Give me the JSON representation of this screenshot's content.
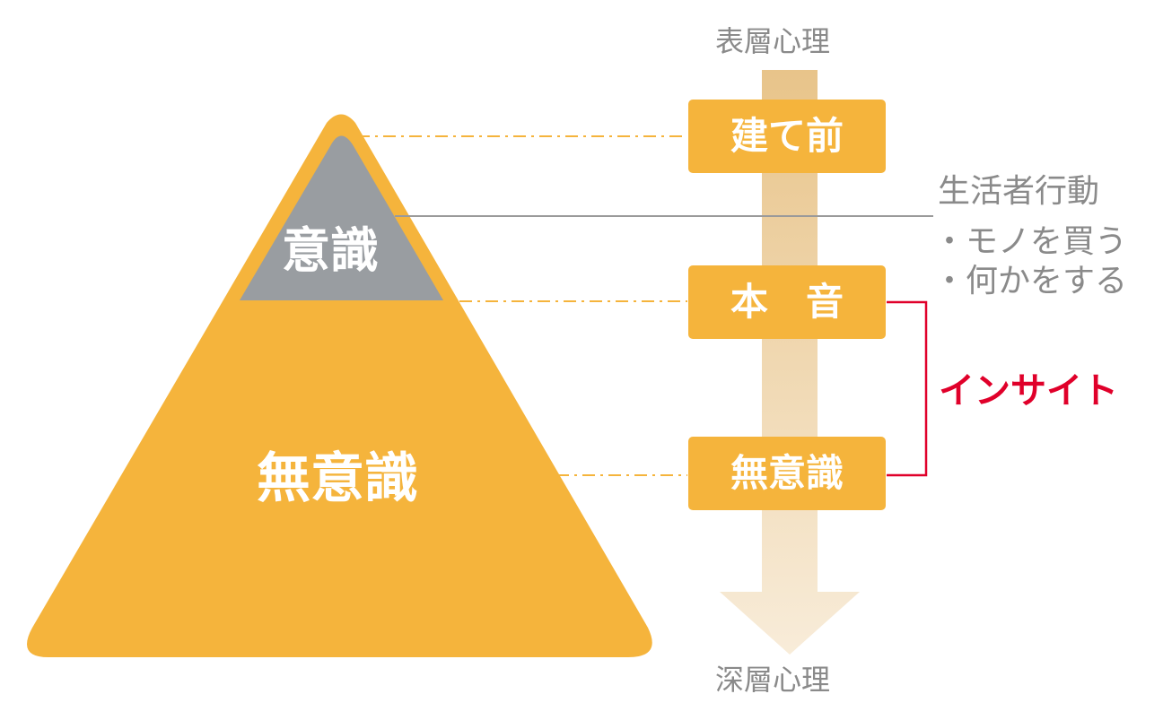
{
  "colors": {
    "pyramid": "#F5B43C",
    "peak": "#999DA1",
    "arrow_top": "#E8C48A",
    "arrow_bottom": "#F8ECD9",
    "box": "#F5B43C",
    "dash": "#F5B43C",
    "connector": "#9A9A9A",
    "bracket": "#E0002A",
    "gray_text": "#8A8A8A",
    "white_text": "#FFFFFF"
  },
  "pyramid": {
    "peak_label": "意識",
    "base_label": "無意識"
  },
  "axis": {
    "top_label": "表層心理",
    "bottom_label": "深層心理"
  },
  "levels": [
    {
      "label": "建て前"
    },
    {
      "label": "本　音"
    },
    {
      "label": "無意識"
    }
  ],
  "behavior": {
    "title": "生活者行動",
    "items": [
      "・モノを買う",
      "・何かをする"
    ]
  },
  "insight": {
    "label": "インサイト"
  }
}
